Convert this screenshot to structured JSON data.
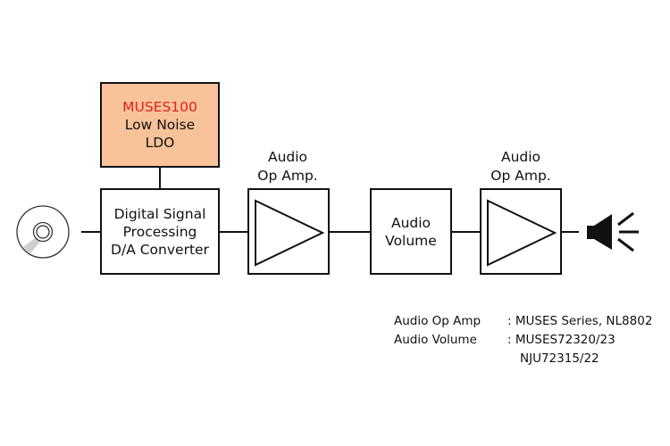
{
  "ldo": {
    "part": "MUSES100",
    "line1": "Low Noise",
    "line2": "LDO",
    "fill_color": "#f8c39a",
    "part_color": "#e0221c"
  },
  "dsp": {
    "line1": "Digital Signal",
    "line2": "Processing",
    "line3": "D/A Converter"
  },
  "opamp1": {
    "line1": "Audio",
    "line2": "Op Amp."
  },
  "volume": {
    "line1": "Audio",
    "line2": "Volume"
  },
  "opamp2": {
    "line1": "Audio",
    "line2": "Op Amp."
  },
  "source": {
    "icon": "cd-disc-icon"
  },
  "output": {
    "icon": "speaker-icon"
  },
  "specs": [
    {
      "label": "Audio Op Amp",
      "value": ": MUSES Series, NL8802"
    },
    {
      "label": "Audio Volume",
      "value": ": MUSES72320/23"
    },
    {
      "label": "",
      "value": "NJU72315/22"
    }
  ]
}
